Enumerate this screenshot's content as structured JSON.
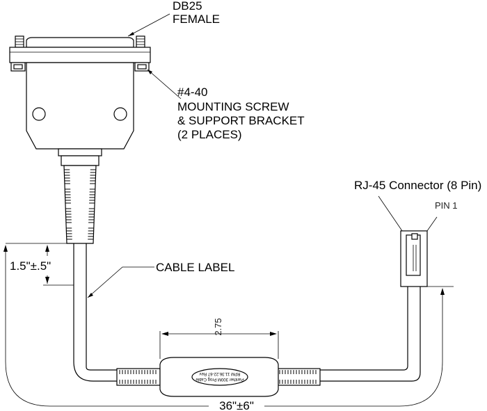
{
  "labels": {
    "db25_line1": "DB25",
    "db25_line2": "FEMALE",
    "screw_line1": "#4-40",
    "screw_line2": "MOUNTING SCREW",
    "screw_line3": "& SUPPORT BRACKET",
    "screw_line4": "(2 PLACES)",
    "rj45": "RJ-45 Connector (8 Pin)",
    "pin1": "PIN 1",
    "cable_label": "CABLE LABEL",
    "dim_label_offset": "1.5\"±.5\"",
    "dim_label_width": "2.75",
    "dim_total_length": "36\"±6\"",
    "label_text_line1": "Panther 300M Prog Cable",
    "label_text_line2": "RPM 11.36.22-67 Rev"
  }
}
